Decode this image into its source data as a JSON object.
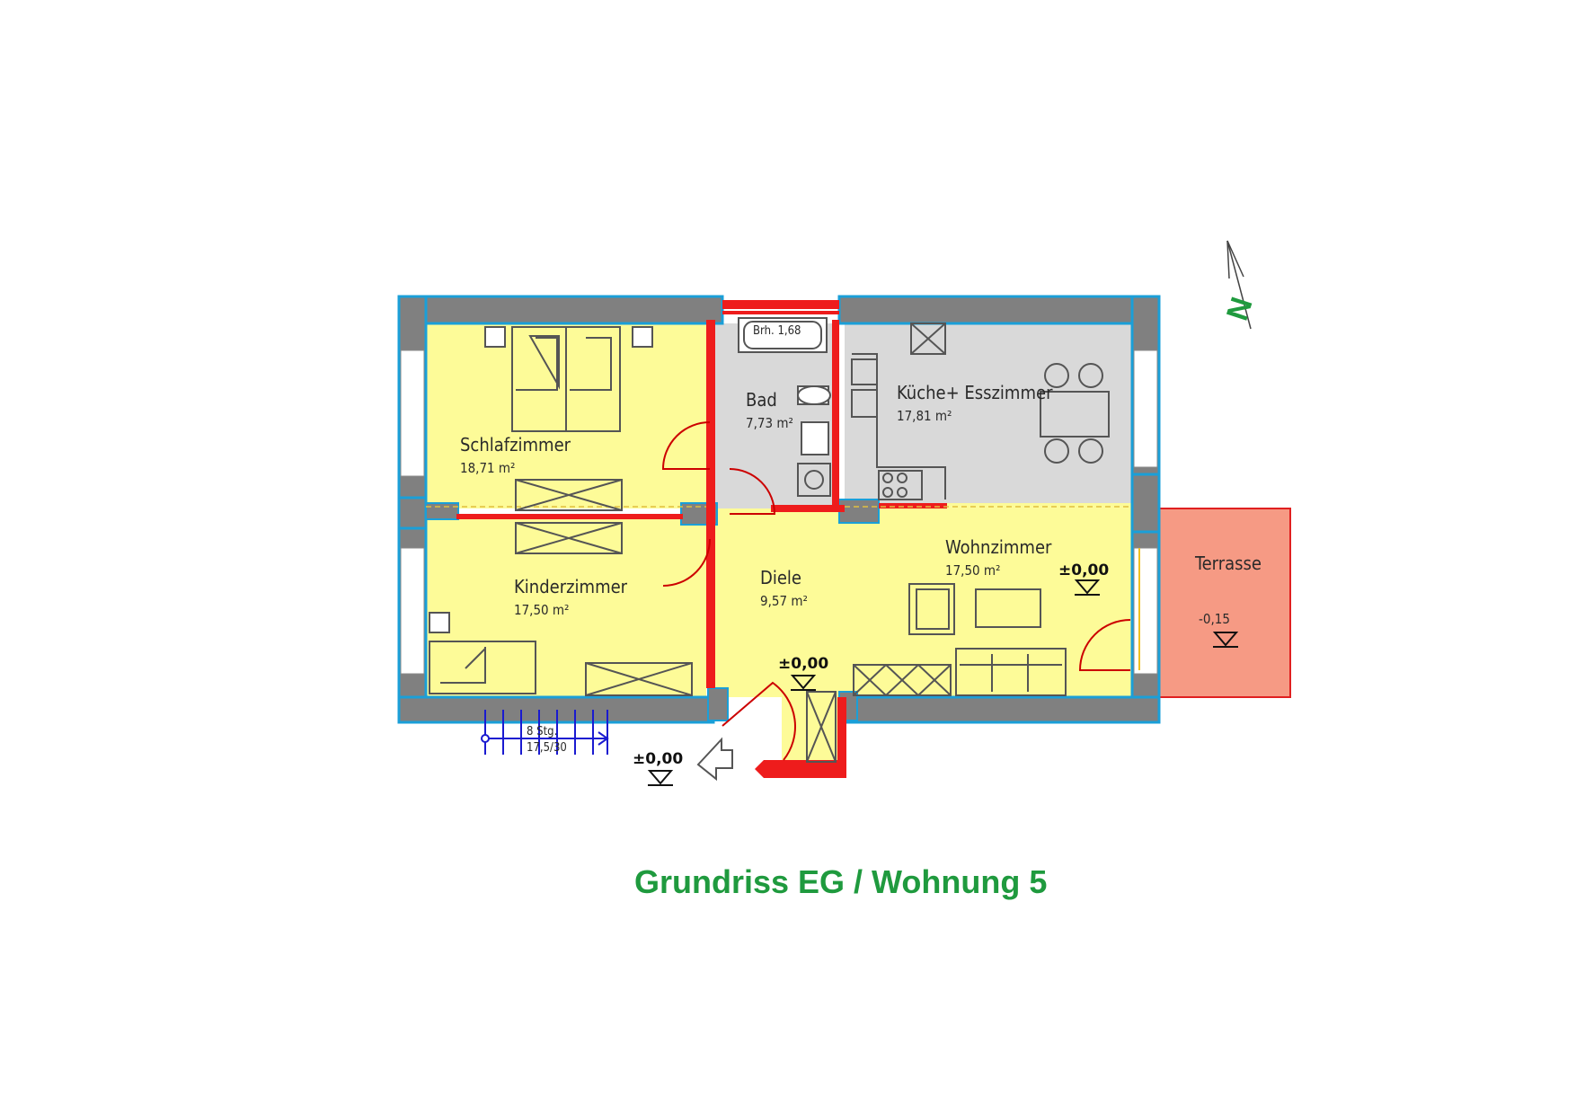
{
  "title": "Grundriss EG / Wohnung 5",
  "north_label": "N",
  "rooms": [
    {
      "name": "Schlafzimmer",
      "area": "18,71 m²"
    },
    {
      "name": "Kinderzimmer",
      "area": "17,50 m²"
    },
    {
      "name": "Bad",
      "area": "7,73 m²"
    },
    {
      "name": "Küche+ Esszimmer",
      "area": "17,81 m²"
    },
    {
      "name": "Diele",
      "area": "9,57 m²"
    },
    {
      "name": "Wohnzimmer",
      "area": "17,50 m²"
    },
    {
      "name": "Terrasse",
      "area": ""
    }
  ],
  "annotations": {
    "bath_window": "Brh. 1,68",
    "stairs_steps": "8 Stg.",
    "stairs_ratio": "17,5/30",
    "level_living": "±0,00",
    "level_entry": "±0,00",
    "level_outside": "±0,00",
    "level_terrace": "-0,15"
  },
  "colors": {
    "room_yellow": "#fdfb98",
    "room_gray": "#d9d9d9",
    "terrace": "#f69a84",
    "wall": "#808080",
    "wall_outline": "#1a9fd8",
    "new_wall": "#ee1c1c",
    "title_green": "#1f9a3e",
    "stairs_blue": "#1a1ad0"
  }
}
